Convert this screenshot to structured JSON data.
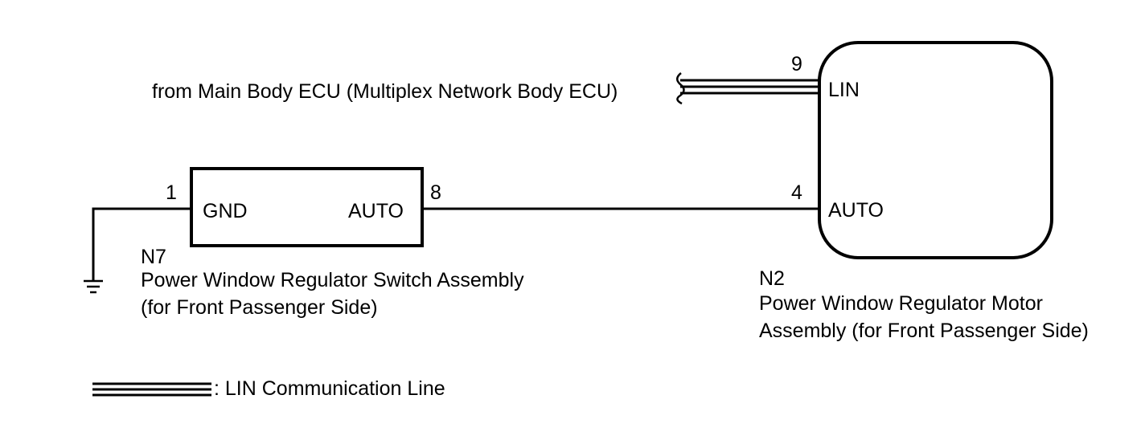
{
  "source_label": "from Main Body ECU (Multiplex Network Body ECU)",
  "switch_assembly": {
    "code": "N7",
    "name_line1": "Power Window Regulator Switch Assembly",
    "name_line2": "(for Front Passenger Side)",
    "pins": {
      "gnd": {
        "number": "1",
        "label": "GND"
      },
      "auto": {
        "number": "8",
        "label": "AUTO"
      }
    }
  },
  "motor_assembly": {
    "code": "N2",
    "name_line1": "Power Window Regulator Motor",
    "name_line2": "Assembly (for Front Passenger Side)",
    "pins": {
      "lin": {
        "number": "9",
        "label": "LIN"
      },
      "auto": {
        "number": "4",
        "label": "AUTO"
      }
    }
  },
  "legend": {
    "text": ": LIN Communication Line"
  }
}
